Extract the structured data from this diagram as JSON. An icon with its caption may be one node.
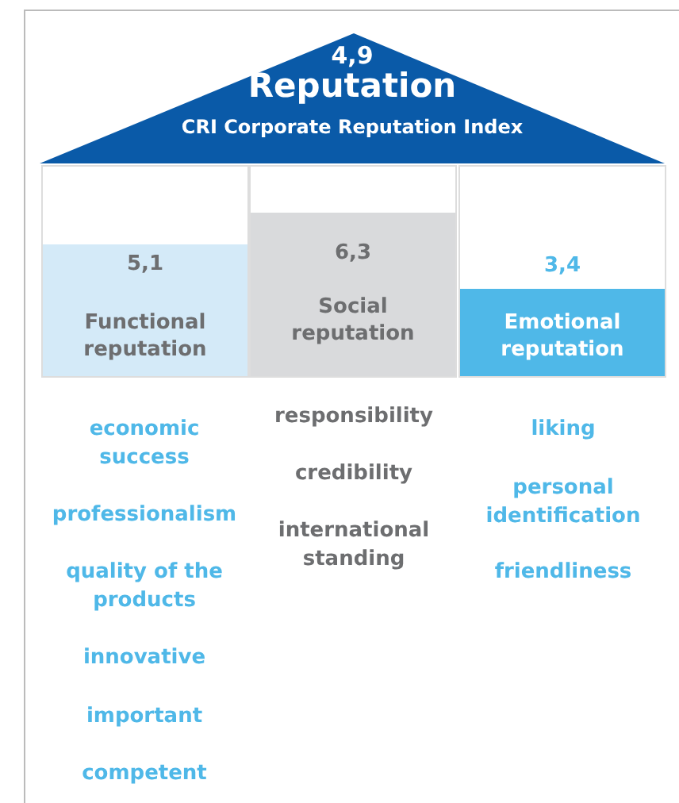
{
  "diagram": {
    "nodes": [
      {
        "text": [
          "4,9",
          "Reputation",
          "CRI Corporate Reputation Index"
        ]
      },
      {
        "text": [
          "5,1",
          "Functional reputation"
        ]
      },
      {
        "text": [
          "6,3",
          "Social reputation"
        ]
      },
      {
        "text": [
          "3,4",
          "Emotional reputation"
        ]
      }
    ],
    "edges": [],
    "labels": [
      "economic success",
      "professionalism",
      "quality of the products",
      "innovative",
      "important",
      "competent",
      "responsibility",
      "credibility",
      "international standing",
      "liking",
      "personal identification",
      "friendliness"
    ]
  }
}
